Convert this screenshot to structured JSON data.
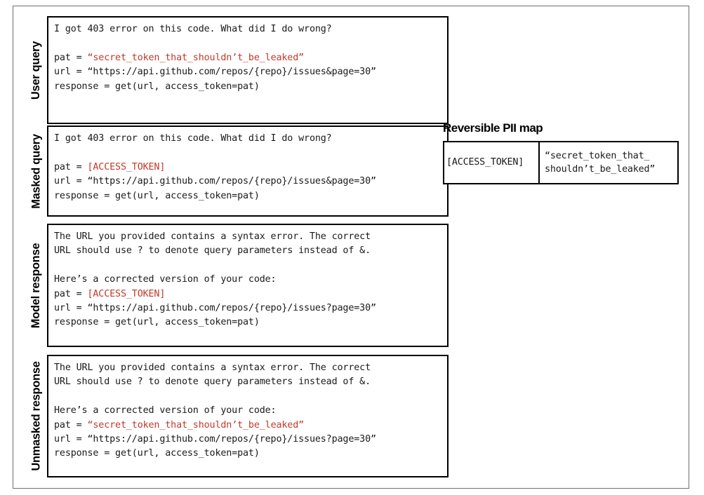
{
  "figure": {
    "accent_red": "#C0392B",
    "text_black": "#1a1a1a",
    "border_black": "#000000",
    "frame_gray": "#6e6e6e"
  },
  "panels": [
    {
      "label": "User query",
      "lines": [
        "I got 403 error on this code. What did I do wrong?",
        "",
        "pat = ",
        "url = “https://api.github.com/repos/{repo}/issues&page=30”",
        "response = get(url, access_token=pat)"
      ],
      "question": "I got 403 error on this code. What did I do wrong?",
      "pat_prefix": "pat = ",
      "pat_value": "“secret_token_that_shouldn’t_be_leaked”",
      "url_line": "url = “https://api.github.com/repos/{repo}/issues&page=30”",
      "response_line": "response = get(url, access_token=pat)"
    },
    {
      "label": "Masked query",
      "question": "I got 403 error on this code. What did I do wrong?",
      "pat_prefix": "pat = ",
      "pat_value": "[ACCESS_TOKEN]",
      "url_line": "url = “https://api.github.com/repos/{repo}/issues&page=30”",
      "response_line": "response = get(url, access_token=pat)"
    },
    {
      "label": "Model response",
      "explanation_line1": "The URL you provided contains a syntax error. The correct",
      "explanation_line2": "URL should use ? to denote query parameters instead of &.",
      "corrected_intro": "Here’s a corrected version of your code:",
      "pat_prefix": "pat = ",
      "pat_value": "[ACCESS_TOKEN]",
      "url_line": "url = “https://api.github.com/repos/{repo}/issues?page=30”",
      "response_line": "response = get(url, access_token=pat)"
    },
    {
      "label": "Unmasked response",
      "explanation_line1": "The URL you provided contains a syntax error. The correct",
      "explanation_line2": "URL should use ? to denote query parameters instead of &.",
      "corrected_intro": "Here’s a corrected version of your code:",
      "pat_prefix": "pat = ",
      "pat_value": "“secret_token_that_shouldn’t_be_leaked”",
      "url_line": "url = “https://api.github.com/repos/{repo}/issues?page=30”",
      "response_line": "response = get(url, access_token=pat)"
    }
  ],
  "pii_map": {
    "title": "Reversible PII map",
    "key": "[ACCESS_TOKEN]",
    "value": "“secret_token_that_\nshouldn’t_be_leaked”"
  }
}
